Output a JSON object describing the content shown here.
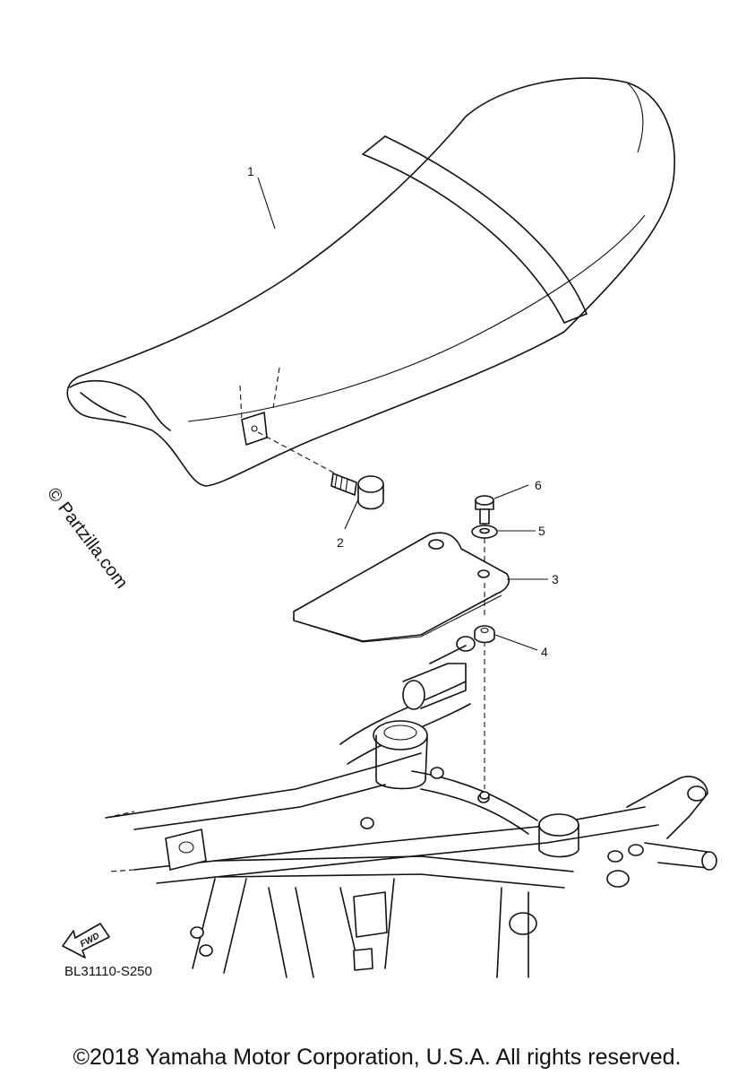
{
  "diagram": {
    "callouts": [
      {
        "id": "1",
        "label": "1"
      },
      {
        "id": "2",
        "label": "2"
      },
      {
        "id": "3",
        "label": "3"
      },
      {
        "id": "4",
        "label": "4"
      },
      {
        "id": "5",
        "label": "5"
      },
      {
        "id": "6",
        "label": "6"
      }
    ],
    "fwd_label": "FWD",
    "diagram_code": "BL31110-S250",
    "watermark": "© Partzilla.com"
  },
  "footer": {
    "copyright": "©2018 Yamaha Motor Corporation, U.S.A. All rights reserved."
  }
}
